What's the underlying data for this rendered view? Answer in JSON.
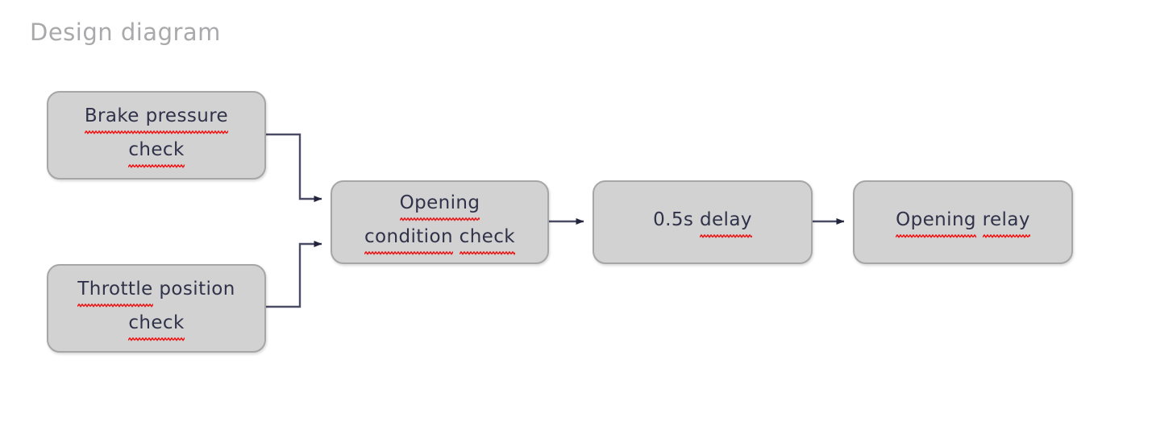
{
  "page": {
    "title": "Design diagram",
    "background_color": "#ffffff",
    "title_color": "#a9a9ac"
  },
  "theme": {
    "node_fill": "#d2d2d2",
    "node_border": "#a6a6a6",
    "node_text": "#30324a",
    "connector_color": "#3a3c54",
    "spellcheck_underline": "#ee1111"
  },
  "diagram": {
    "nodes": [
      {
        "id": "brake-pressure-check",
        "label": "Brake pressure\ncheck",
        "line1": "Brake pressure",
        "line2": "check",
        "misspelled": [
          "Brake",
          "pressure",
          "check"
        ]
      },
      {
        "id": "throttle-position-check",
        "label": "Throttle position\ncheck",
        "line1": "Throttle position",
        "line2": "check",
        "misspelled": [
          "Throttle",
          "check"
        ]
      },
      {
        "id": "opening-condition-check",
        "label": "Opening\ncondition check",
        "line1": "Opening",
        "line2": "condition check",
        "misspelled": [
          "Opening",
          "condition",
          "check"
        ]
      },
      {
        "id": "delay",
        "label": "0.5s delay",
        "line1": "0.5s delay",
        "misspelled": [
          "delay"
        ]
      },
      {
        "id": "opening-relay",
        "label": "Opening relay",
        "line1": "Opening relay",
        "misspelled": [
          "Opening",
          "relay"
        ]
      }
    ],
    "edges": [
      {
        "id": "edge-brake-to-condition",
        "from": "brake-pressure-check",
        "to": "opening-condition-check"
      },
      {
        "id": "edge-throttle-to-condition",
        "from": "throttle-position-check",
        "to": "opening-condition-check"
      },
      {
        "id": "edge-condition-to-delay",
        "from": "opening-condition-check",
        "to": "delay"
      },
      {
        "id": "edge-delay-to-relay",
        "from": "delay",
        "to": "opening-relay"
      }
    ]
  },
  "labels": {
    "brake_line1": "Brake pressure",
    "brake_line2": "check",
    "throttle_word1": "Throttle",
    "throttle_word2": "position",
    "throttle_line2": "check",
    "condition_line1": "Opening",
    "condition_word1": "condition",
    "condition_word2": "check",
    "delay_plain": "0.5s ",
    "delay_word": "delay",
    "relay_word1": "Opening",
    "relay_word2": "relay"
  }
}
